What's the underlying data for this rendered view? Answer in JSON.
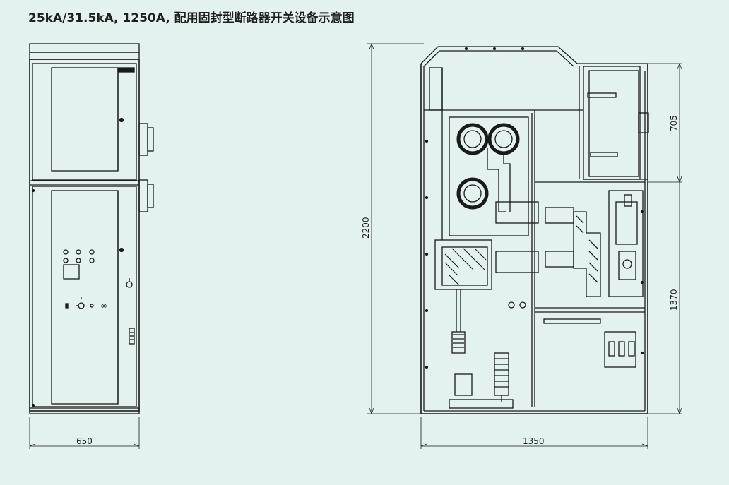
{
  "title": "25kA/31.5kA, 1250A, 配用固封型断路器开关设备示意图",
  "dimensions": {
    "front_width": "650",
    "side_height": "2200",
    "side_depth": "1350",
    "upper_height": "705",
    "lower_height": "1370"
  },
  "colors": {
    "background": "#e3f1ef",
    "line": "#1a1a1a"
  }
}
